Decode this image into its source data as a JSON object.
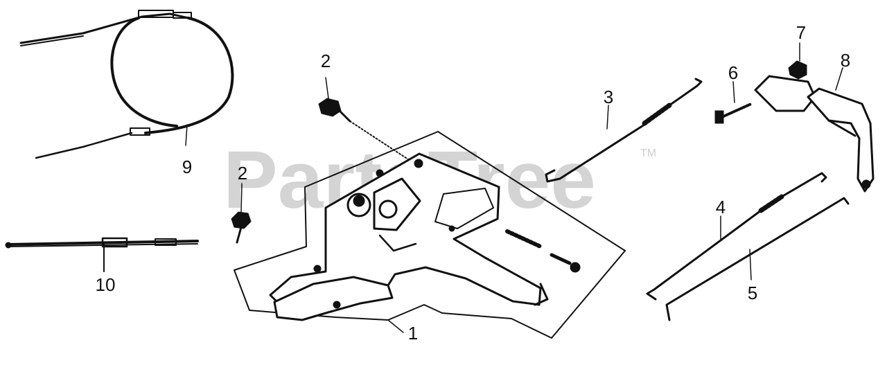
{
  "watermark": {
    "text": "PartsTree",
    "trademark": "TM",
    "color": "#d4d4d4"
  },
  "ink_color": "#111111",
  "callouts": [
    {
      "id": "c1",
      "label": "1"
    },
    {
      "id": "c2a",
      "label": "2"
    },
    {
      "id": "c2b",
      "label": "2"
    },
    {
      "id": "c3",
      "label": "3"
    },
    {
      "id": "c4",
      "label": "4"
    },
    {
      "id": "c5",
      "label": "5"
    },
    {
      "id": "c6",
      "label": "6"
    },
    {
      "id": "c7",
      "label": "7"
    },
    {
      "id": "c8",
      "label": "8"
    },
    {
      "id": "c9",
      "label": "9"
    },
    {
      "id": "c10",
      "label": "10"
    }
  ]
}
